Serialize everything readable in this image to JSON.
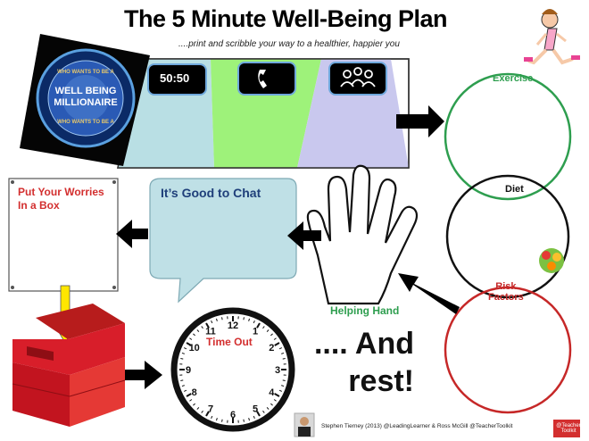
{
  "title": "The 5 Minute Well-Being Plan",
  "subtitle": "....print and scribble your way to a healthier, happier you",
  "lifelines": {
    "fifty_fifty": "50:50",
    "phone_icon": "phone-icon",
    "audience_icon": "audience-icon"
  },
  "logo": {
    "top_text": "WHO WANTS TO BE A",
    "main_line1": "WELL BEING",
    "main_line2": "MILLIONAIRE",
    "bottom_text": "WHO WANTS TO BE A"
  },
  "circles": {
    "exercise": "Exercise",
    "diet": "Diet",
    "risk_line1": "Risk",
    "risk_line2": "Factors"
  },
  "worries": {
    "line1": "Put Your Worries",
    "line2": "In a Box"
  },
  "chat": "It’s Good to Chat",
  "helping_hand": "Helping Hand",
  "time_out": "Time Out",
  "rest": {
    "line1": ".... And",
    "line2": "rest!"
  },
  "credit": "Stephen Tierney (2013) @LeadingLearner & Ross McGill @TeacherToolkit",
  "toolkit_badge": "@Teacher Toolkit",
  "clock_numbers": [
    "12",
    "1",
    "2",
    "3",
    "4",
    "5",
    "6",
    "7",
    "8",
    "9",
    "10",
    "11"
  ],
  "colors": {
    "exercise": "#2e9e4f",
    "diet": "#111111",
    "risk": "#c62828",
    "chat_bubble": "#bfe0e6",
    "lifeline_1": "#b9dfe4",
    "lifeline_2": "#9ef27a",
    "lifeline_3": "#c9c8ee",
    "box": "#d81e2a"
  }
}
